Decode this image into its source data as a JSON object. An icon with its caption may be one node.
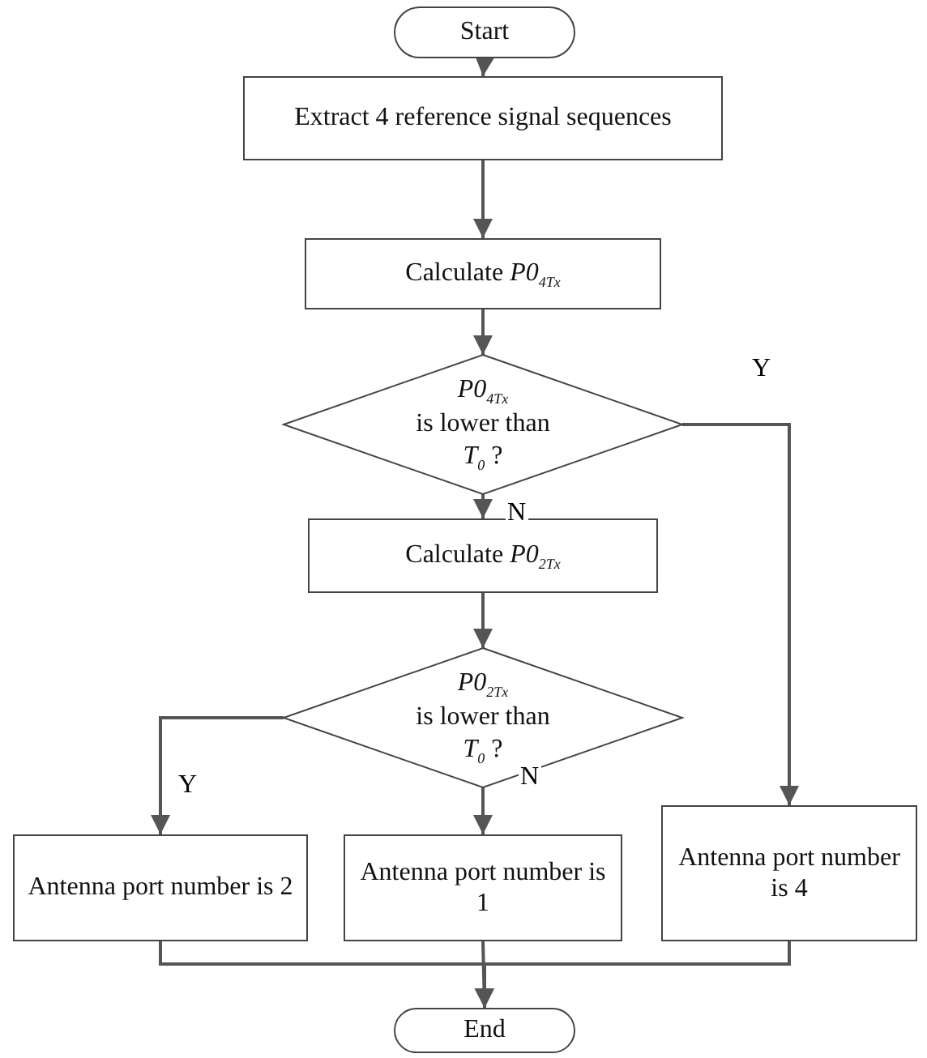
{
  "diagram": {
    "nodes": [
      {
        "text": [
          "Start"
        ]
      },
      {
        "text": [
          "Extract 4 reference signal sequences"
        ]
      },
      {
        "text": [
          "Calculate *P0*$_{4Tx}$"
        ]
      },
      {
        "text": [
          "*P0*$_{4Tx}$",
          "is lower than",
          "*T*$_{0}$ ?"
        ]
      },
      {
        "text": [
          "Calculate *P0*$_{2Tx}$"
        ]
      },
      {
        "text": [
          "*P0*$_{2Tx}$",
          "is lower than",
          "*T*$_{0}$ ?"
        ]
      },
      {
        "text": [
          "Antenna port number is 2"
        ]
      },
      {
        "text": [
          "Antenna port number is 1"
        ]
      },
      {
        "text": [
          "Antenna port number is 4"
        ]
      },
      {
        "text": [
          "End"
        ]
      }
    ],
    "edges": [
      {
        "from": 0,
        "to": 1,
        "arrow": "to"
      },
      {
        "from": 1,
        "to": 2,
        "arrow": "to"
      },
      {
        "from": 2,
        "to": 3,
        "arrow": "to"
      },
      {
        "from": 3,
        "to": 4,
        "arrow": "to",
        "label": "N"
      },
      {
        "from": 3,
        "to": 8,
        "arrow": "to",
        "label": "Y"
      },
      {
        "from": 4,
        "to": 5,
        "arrow": "to"
      },
      {
        "from": 5,
        "to": 6,
        "arrow": "to",
        "label": "Y"
      },
      {
        "from": 5,
        "to": 7,
        "arrow": "to",
        "label": "N"
      },
      {
        "from": 6,
        "to": 9,
        "arrow": "to"
      },
      {
        "from": 7,
        "to": 9,
        "arrow": "to"
      },
      {
        "from": 8,
        "to": 9,
        "arrow": "to"
      }
    ]
  }
}
